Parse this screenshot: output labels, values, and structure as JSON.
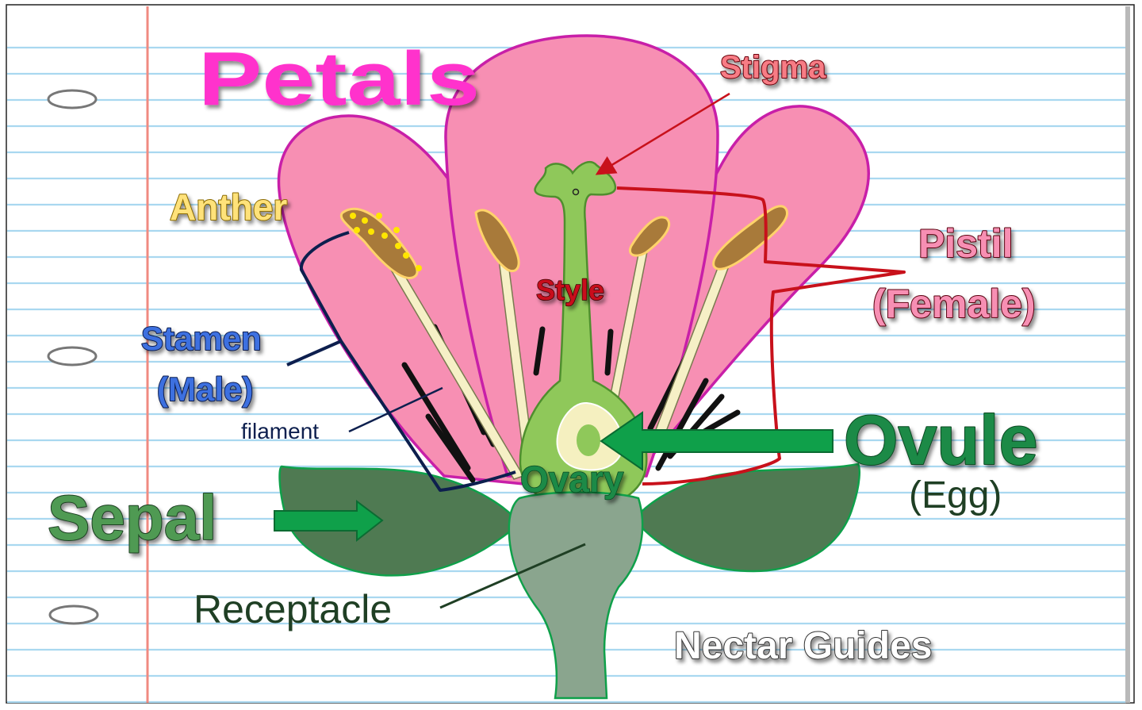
{
  "diagram": {
    "labels": {
      "petals": "Petals",
      "stigma": "Stigma",
      "anther": "Anther",
      "style": "Style",
      "pistil_line1": "Pistil",
      "pistil_line2": "(Female)",
      "stamen_line1": "Stamen",
      "stamen_line2": "(Male)",
      "filament": "filament",
      "ovule": "Ovule",
      "egg": "(Egg)",
      "ovary": "Ovary",
      "sepal": "Sepal",
      "receptacle": "Receptacle",
      "nectar_guides": "Nectar Guides"
    },
    "colors": {
      "paper": "#ffffff",
      "ruled_line": "#a9d8f0",
      "margin_line": "#f08a80",
      "petal_fill": "#f78fb3",
      "petal_stroke": "#c81fa8",
      "pistil_green": "#8fc85a",
      "sepal_green": "#4f7a52",
      "receptacle": "#8aa58e",
      "anther_brown": "#a87a3a",
      "filament_cream": "#f6f0c6",
      "bracket_navy": "#0d1f4e",
      "bracket_red": "#c8111b",
      "arrow_green": "#0fa04a"
    }
  }
}
